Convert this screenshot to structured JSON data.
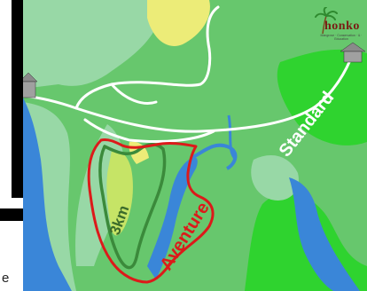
{
  "colors": {
    "background_green": "#67c76d",
    "light_green": "#98d8a6",
    "bright_green": "#2fd32f",
    "yellow": "#ecec78",
    "yellow_green": "#c6e466",
    "water_blue": "#3a86d8",
    "trail_white": "#ffffff",
    "aventure_red": "#dc1a1a",
    "trail_3km_green": "#3b8a3b"
  },
  "labels": {
    "standard": "Standard",
    "aventure": "Aventure",
    "trail_3km": "3km",
    "left_edge_text": "e"
  },
  "logo": {
    "name": "honko",
    "subtitle": "Mangrove · Conservation · & · Education",
    "icon": "palm-tree-icon"
  },
  "icons": {
    "left_hut": "hut-icon",
    "right_hut": "hut-icon"
  }
}
